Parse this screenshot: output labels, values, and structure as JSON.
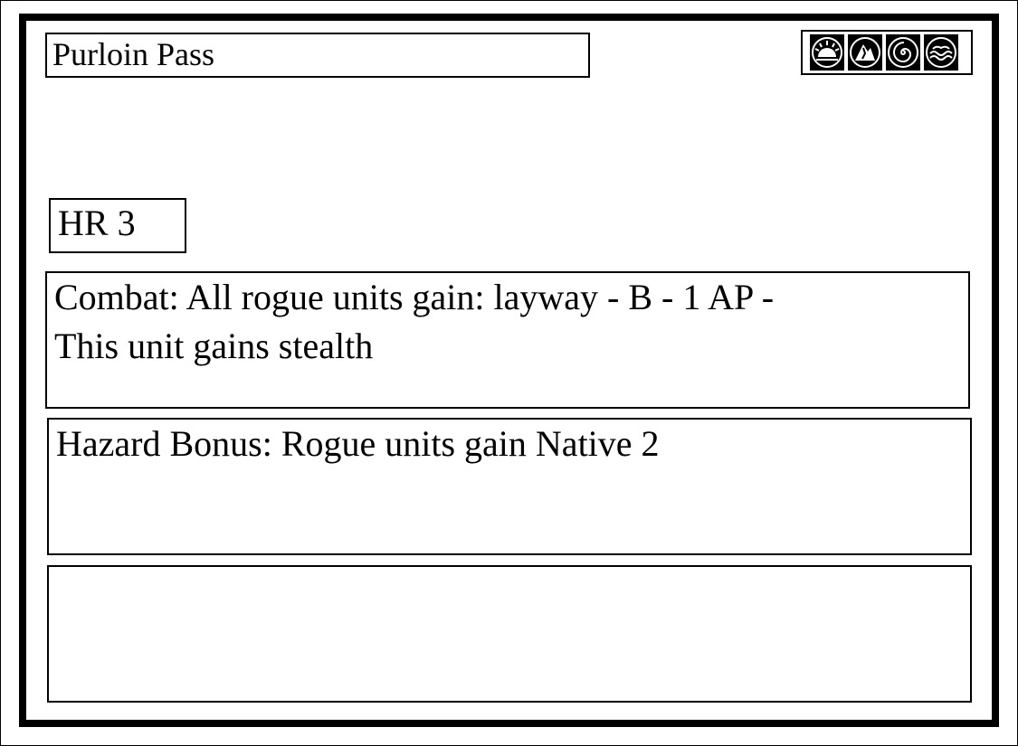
{
  "card": {
    "title": "Purloin Pass",
    "hazard_rating": "HR 3",
    "combat_lines": [
      "Combat: All rogue units gain: layway - B - 1 AP -",
      "This unit gains stealth"
    ],
    "hazard_bonus": "Hazard Bonus: Rogue units gain Native 2",
    "bottom_text": ""
  },
  "icons": [
    "sun-icon",
    "mountain-icon",
    "spiral-icon",
    "waves-icon"
  ],
  "colors": {
    "ink": "#000000",
    "paper": "#ffffff"
  }
}
